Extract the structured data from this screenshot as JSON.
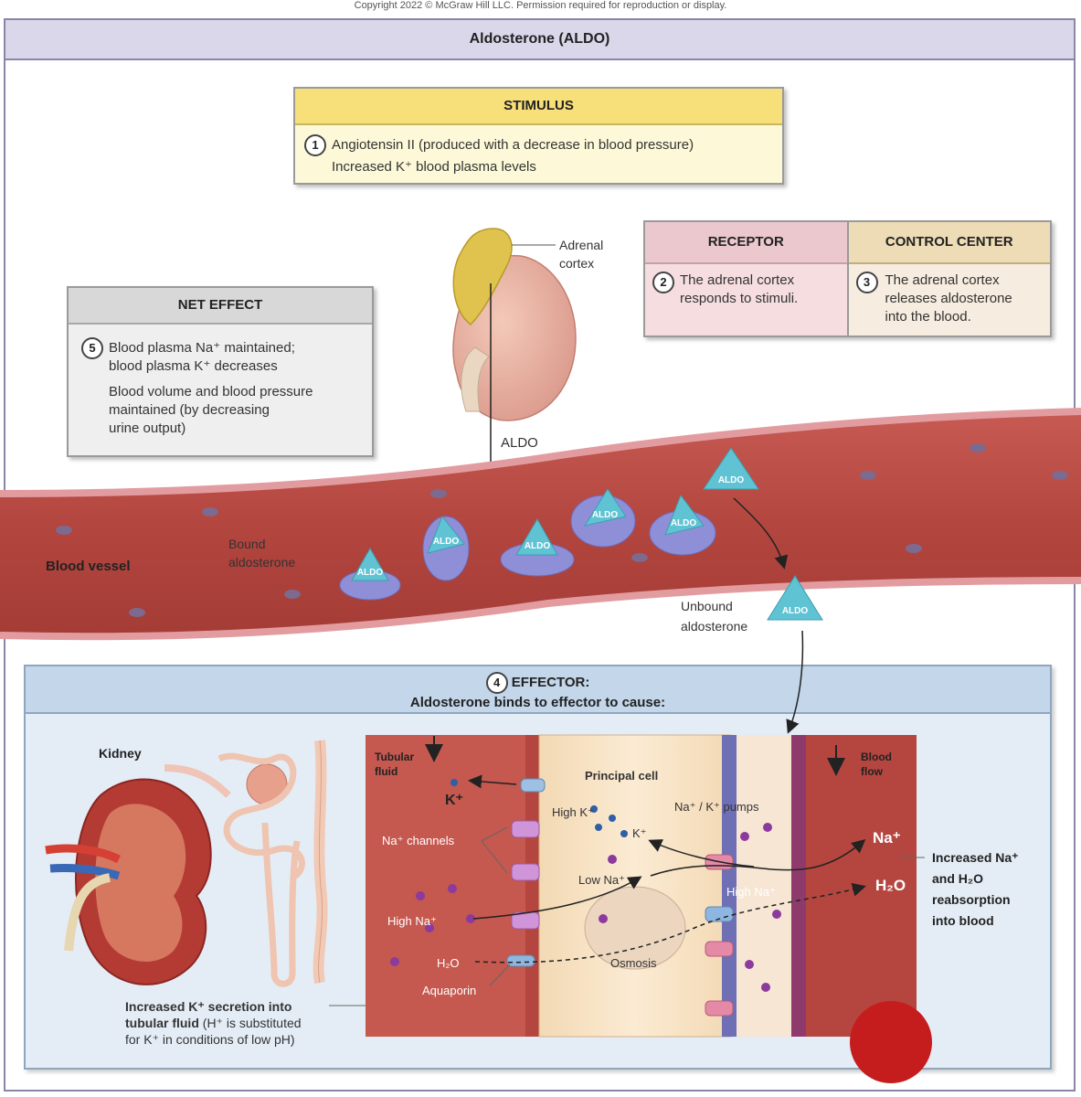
{
  "copyright": "Copyright 2022 © McGraw Hill LLC. Permission required for reproduction or display.",
  "title": "Aldosterone (ALDO)",
  "stimulus": {
    "header": "STIMULUS",
    "number": "1",
    "line1": "Angiotensin II (produced with a decrease in blood pressure)",
    "line2": "Increased K⁺ blood plasma levels"
  },
  "receptor": {
    "header": "RECEPTOR",
    "number": "2",
    "line1": "The adrenal cortex",
    "line2": "responds to stimuli."
  },
  "control_center": {
    "header": "CONTROL CENTER",
    "number": "3",
    "line1": "The adrenal cortex",
    "line2": "releases aldosterone",
    "line3": "into the blood."
  },
  "net_effect": {
    "header": "NET EFFECT",
    "number": "5",
    "line1": "Blood plasma Na⁺ maintained;",
    "line2": "blood plasma K⁺ decreases",
    "line3": "Blood volume and blood pressure",
    "line4": "maintained (by decreasing",
    "line5": "urine output)"
  },
  "labels": {
    "adrenal_1": "Adrenal",
    "adrenal_2": "cortex",
    "aldo": "ALDO",
    "blood_vessel": "Blood vessel",
    "bound_1": "Bound",
    "bound_2": "aldosterone",
    "unbound_1": "Unbound",
    "unbound_2": "aldosterone"
  },
  "effector": {
    "number": "4",
    "header": "EFFECTOR:",
    "subheader": "Aldosterone binds to effector to cause:",
    "kidney": "Kidney",
    "tubular_1": "Tubular",
    "tubular_2": "fluid",
    "k_plus": "K⁺",
    "principal_cell": "Principal cell",
    "high_k": "High K⁺",
    "k_inner": "K⁺",
    "na_k_pumps": "Na⁺ / K⁺ pumps",
    "na_channels": "Na⁺ channels",
    "low_na": "Low Na⁺",
    "high_na_left": "High Na⁺",
    "high_na_right": "High Na⁺",
    "h2o": "H₂O",
    "aquaporin": "Aquaporin",
    "osmosis": "Osmosis",
    "blood_flow_1": "Blood",
    "blood_flow_2": "flow",
    "na_plus_out": "Na⁺",
    "h2o_out": "H₂O",
    "increased_1": "Increased Na⁺",
    "increased_2": "and H₂O",
    "increased_3": "reabsorption",
    "increased_4": "into blood",
    "k_secretion_1": "Increased K⁺ secretion into",
    "k_secretion_2": "tubular fluid",
    "k_secretion_3": " (H⁺ is substituted",
    "k_secretion_4": "for K⁺ in conditions of low pH)"
  },
  "colors": {
    "stimulus_header": "#f7df7a",
    "receptor_header": "#ebc8ce",
    "control_header": "#eddcb5",
    "net_header": "#d8d8d8",
    "effector_header": "#c3d6ea",
    "vessel": "#b5463f",
    "aldo_triangle": "#5fc3d4",
    "receptor_blob": "#8f8fd8"
  }
}
